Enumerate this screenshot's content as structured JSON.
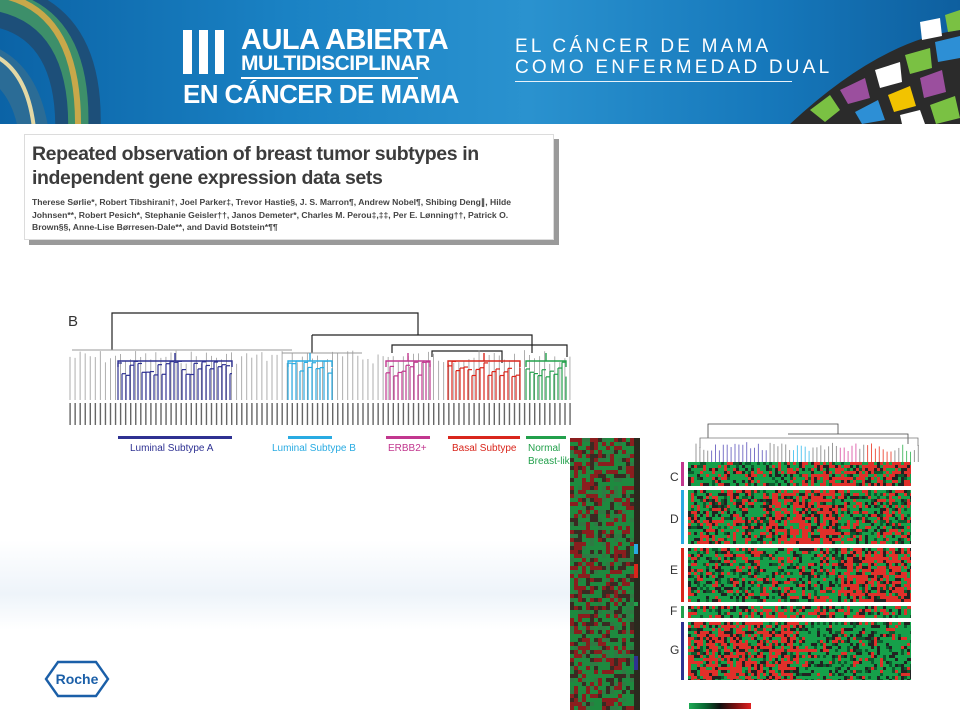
{
  "header": {
    "logo_line1": "AULA ABIERTA",
    "logo_line2": "MULTIDISCIPLINAR",
    "logo_line3": "EN CÁNCER DE MAMA",
    "tagline_line1": "EL CÁNCER DE MAMA",
    "tagline_line2": "COMO ENFERMEDAD DUAL"
  },
  "paper": {
    "title": "Repeated observation of breast tumor subtypes in independent gene expression data sets",
    "authors": "Therese Sørlie*, Robert Tibshirani†, Joel Parker‡, Trevor Hastie§, J. S. Marron¶, Andrew Nobel¶, Shibing Deng∥, Hilde Johnsen**, Robert Pesich*, Stephanie Geisler††, Janos Demeter*, Charles M. Perou‡,‡‡, Per E. Lønning††, Patrick O. Brown§§, Anne-Lise Børresen-Dale**, and David Botstein*¶¶"
  },
  "figure_b": {
    "panel_letter": "B",
    "subtypes": [
      {
        "label": "Luminal Subtype A",
        "color": "#2e3192"
      },
      {
        "label": "Luminal Subtype B",
        "color": "#29abe2"
      },
      {
        "label": "ERBB2+",
        "color": "#c2378f"
      },
      {
        "label": "Basal Subtype",
        "color": "#d9261c"
      },
      {
        "label": "Normal",
        "color": "#22a04b"
      },
      {
        "label": "Breast-like",
        "color": "#22a04b"
      }
    ]
  },
  "figure_heatmap": {
    "cluster_letters": [
      "C",
      "D",
      "E",
      "F",
      "G"
    ],
    "cluster_colors": [
      "#c2378f",
      "#29abe2",
      "#d9261c",
      "#22a04b",
      "#2e3192"
    ]
  },
  "footer": {
    "brand": "Roche",
    "brand_color": "#1b5fa8"
  }
}
